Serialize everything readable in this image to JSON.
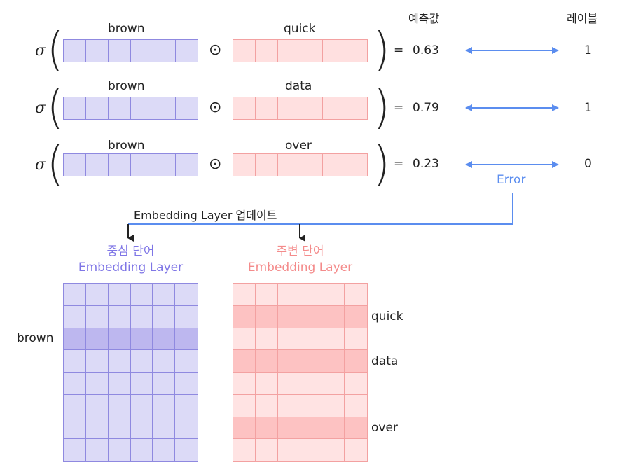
{
  "headers": {
    "prediction": "예측값",
    "label": "레이블"
  },
  "rows": [
    {
      "sigma": "σ",
      "center_word": "brown",
      "context_word": "quick",
      "op": "⊙",
      "equals": "=",
      "prediction": "0.63",
      "label": "1"
    },
    {
      "sigma": "σ",
      "center_word": "brown",
      "context_word": "data",
      "op": "⊙",
      "equals": "=",
      "prediction": "0.79",
      "label": "1"
    },
    {
      "sigma": "σ",
      "center_word": "brown",
      "context_word": "over",
      "op": "⊙",
      "equals": "=",
      "prediction": "0.23",
      "label": "0"
    }
  ],
  "error_label": "Error",
  "update_label": "Embedding Layer 업데이트",
  "center_layer": {
    "title_line1": "중심 단어",
    "title_line2": "Embedding Layer",
    "row_label": "brown"
  },
  "context_layer": {
    "title_line1": "주변 단어",
    "title_line2": "Embedding Layer",
    "row_labels": [
      "quick",
      "data",
      "over"
    ]
  },
  "colors": {
    "purple_fill": "#dcdaf7",
    "purple_line": "#8f89e0",
    "pink_fill": "#ffe0e0",
    "pink_line": "#f3a1a1",
    "error_blue": "#5b8def"
  }
}
